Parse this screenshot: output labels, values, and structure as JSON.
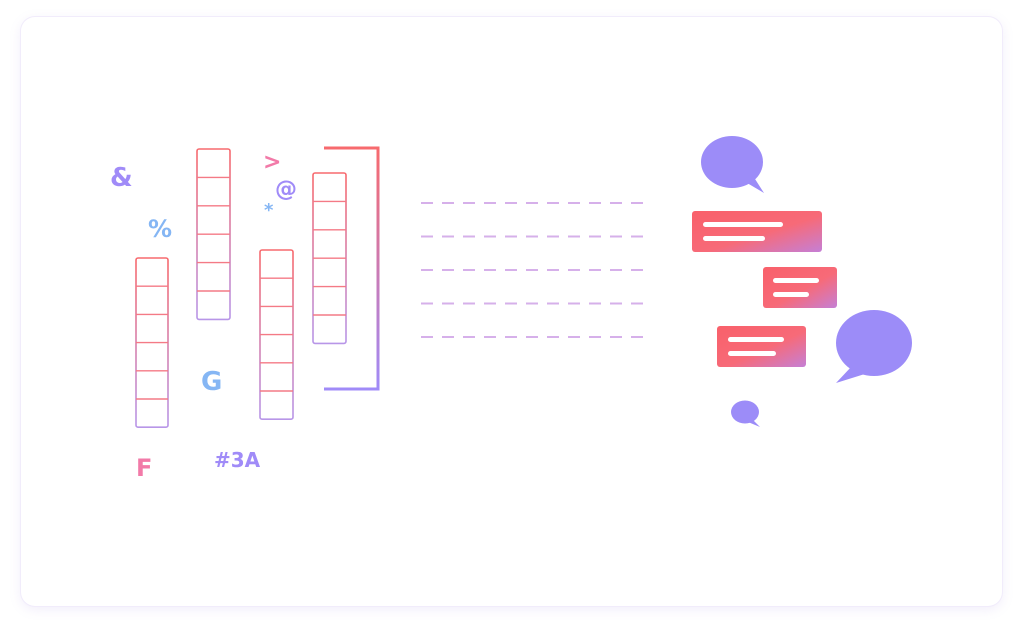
{
  "symbols": [
    {
      "key": "ampersand",
      "text": "&"
    },
    {
      "key": "percent",
      "text": "%"
    },
    {
      "key": "greater-than",
      "text": ">"
    },
    {
      "key": "at",
      "text": "@"
    },
    {
      "key": "asterisk",
      "text": "*"
    },
    {
      "key": "letter-g",
      "text": "G"
    },
    {
      "key": "letter-f",
      "text": "F"
    },
    {
      "key": "hash-3a",
      "text": "#3A"
    }
  ],
  "colors": {
    "coral": "#f76a6e",
    "pink": "#f27aa8",
    "purple": "#a08bf8",
    "blue": "#85b6f4",
    "dash": "#d6b0ea",
    "frame_border": "#f1ecfb"
  },
  "columns": [
    {
      "cells": 6
    },
    {
      "cells": 6
    },
    {
      "cells": 6
    },
    {
      "cells": 6
    }
  ],
  "dashed_lines": 5,
  "icons": [
    "large-speech-bubble-icon",
    "small-speech-bubble-icon",
    "tiny-speech-bubble-icon"
  ]
}
